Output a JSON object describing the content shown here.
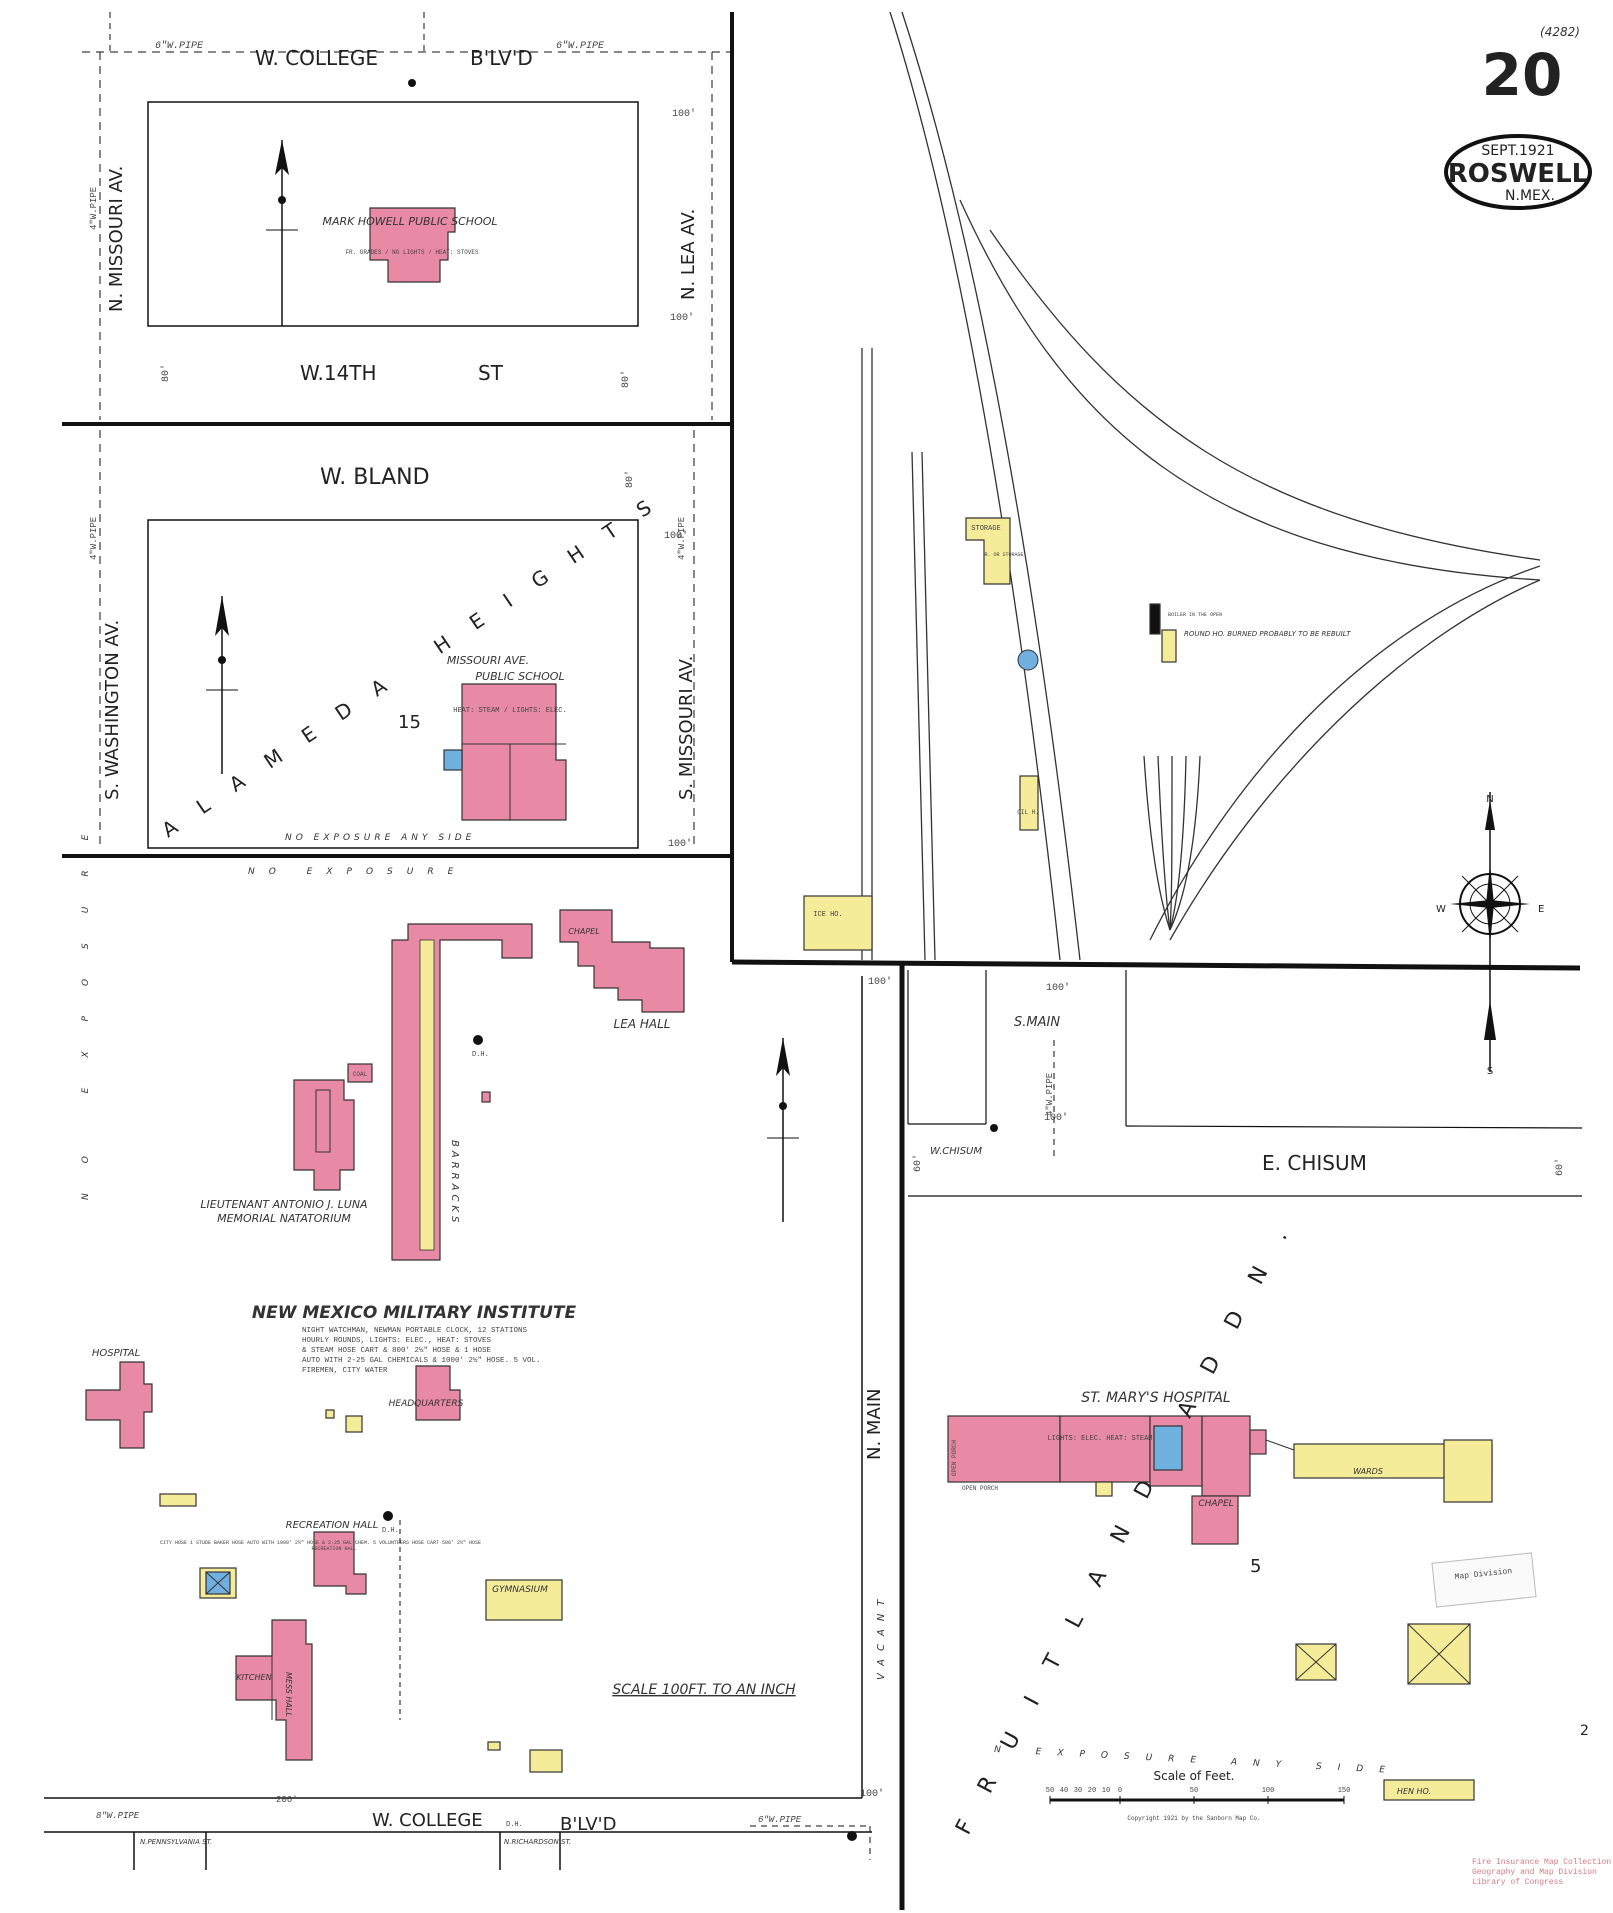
{
  "sheet": {
    "number": "20",
    "map_id": "(4282)",
    "date": "SEPT.1921",
    "city": "ROSWELL",
    "state": "N.MEX.",
    "side_mark": "2"
  },
  "streets": {
    "w_college_top": "W. COLLEGE",
    "w_college_top_suffix": "B'LV'D",
    "w_14th": "W.14TH",
    "w_14th_suffix": "ST",
    "w_bland": "W. BLAND",
    "n_missouri": "N. MISSOURI AV.",
    "n_lea": "N. LEA AV.",
    "s_washington": "S. WASHINGTON AV.",
    "s_missouri": "S. MISSOURI AV.",
    "n_main": "N. MAIN",
    "s_main": "S.MAIN",
    "e_chisum": "E. CHISUM",
    "w_chisum": "W.CHISUM",
    "w_college_bottom": "W. COLLEGE",
    "w_college_bottom_suffix": "B'LV'D",
    "n_pennsylvania": "N.PENNSYLVANIA ST.",
    "n_richardson": "N.RICHARDSON ST."
  },
  "pipes": {
    "w_pipe_6": "6\"W.PIPE",
    "w_pipe_4": "4\"W.PIPE",
    "w_pipe_8": "8\"W.PIPE"
  },
  "dims": {
    "d100": "100'",
    "d80": "80'",
    "d60": "60'",
    "d206": "206'"
  },
  "areas": {
    "alameda_heights": "ALAMEDA HEIGHTS",
    "block_15": "15",
    "fruitland_addn": "FRUITLAND ADDN.",
    "block_5": "5",
    "vacant_n_main": "VACANT",
    "no_exposure_any_side": "NO EXPOSURE ANY SIDE",
    "no_exposure": "NO EXPOSURE",
    "no_exposure_side": "NO EXPOSURE",
    "n_exposure_any_side": "N EXPOSURE ANY SIDE"
  },
  "buildings": {
    "mark_howell": "MARK HOWELL PUBLIC SCHOOL",
    "mark_howell_note": "FR. GRADES / NO LIGHTS / HEAT: STOVES",
    "missouri_school_1": "MISSOURI AVE.",
    "missouri_school_2": "PUBLIC SCHOOL",
    "missouri_school_note": "HEAT: STEAM / LIGHTS: ELEC.",
    "storage": "STORAGE",
    "storage_note": "R. OR STORAGE",
    "round_house": "ROUND HO. BURNED PROBABLY TO BE REBUILT",
    "boiler_note": "BOILER IN THE OPEN",
    "ice_ho": "ICE HO.",
    "oil_ho": "OIL H.",
    "chapel": "CHAPEL",
    "lea_hall": "LEA HALL",
    "barracks": "BARRACKS",
    "coal": "COAL",
    "natatorium_1": "LIEUTENANT ANTONIO J. LUNA",
    "natatorium_2": "MEMORIAL NATATORIUM",
    "nmmi": "NEW MEXICO MILITARY INSTITUTE",
    "nmmi_note_1": "NIGHT WATCHMAN, NEWMAN PORTABLE CLOCK, 12 STATIONS",
    "nmmi_note_2": "HOURLY ROUNDS, LIGHTS: ELEC., HEAT: STOVES",
    "nmmi_note_3": "& STEAM HOSE CART & 800' 2½\" HOSE & 1 HOSE",
    "nmmi_note_4": "AUTO WITH 2-25 GAL CHEMICALS & 1000' 2½\" HOSE. 5 VOL.",
    "nmmi_note_5": "FIREMEN, CITY WATER",
    "hospital": "HOSPITAL",
    "headquarters": "HEADQUARTERS",
    "recreation_hall": "RECREATION HALL",
    "recreation_hall_small": "RECREATION HALL",
    "city_hose": "CITY HOSE 1 STUDE BAKER HOSE AUTO WITH 1000' 2½\" HOSE & 2-25 GAL CHEM. 5 VOLUNTEERS HOSE CART 500' 2½\" HOSE",
    "gymnasium": "GYMNASIUM",
    "kitchen": "KITCHEN",
    "mess_hall": "MESS HALL",
    "st_marys": "ST. MARY'S HOSPITAL",
    "st_marys_note": "LIGHTS: ELEC. HEAT: STEAM",
    "st_marys_chapel": "CHAPEL",
    "wards": "WARDS",
    "open_porch": "OPEN PORCH",
    "hen_ho": "HEN HO.",
    "dh": "D.H."
  },
  "scale": {
    "text": "SCALE 100FT. TO AN INCH",
    "feet_title": "Scale of Feet.",
    "ticks": [
      "50",
      "40",
      "30",
      "20",
      "10",
      "0",
      "50",
      "100",
      "150"
    ],
    "copyright": "Copyright 1921 by the Sanborn Map Co."
  },
  "compass": {
    "n": "N",
    "s": "S",
    "e": "E",
    "w": "W"
  },
  "stamps": {
    "loc_1": "Fire Insurance Map Collection",
    "loc_2": "Geography and Map Division",
    "loc_3": "Library of Congress",
    "map_division": "Map Division"
  },
  "colors": {
    "brick": "#e88aa6",
    "frame": "#f5ec9a",
    "stone": "#6fb0e0",
    "ink": "#111111",
    "loc_stamp": "#d77a80"
  }
}
